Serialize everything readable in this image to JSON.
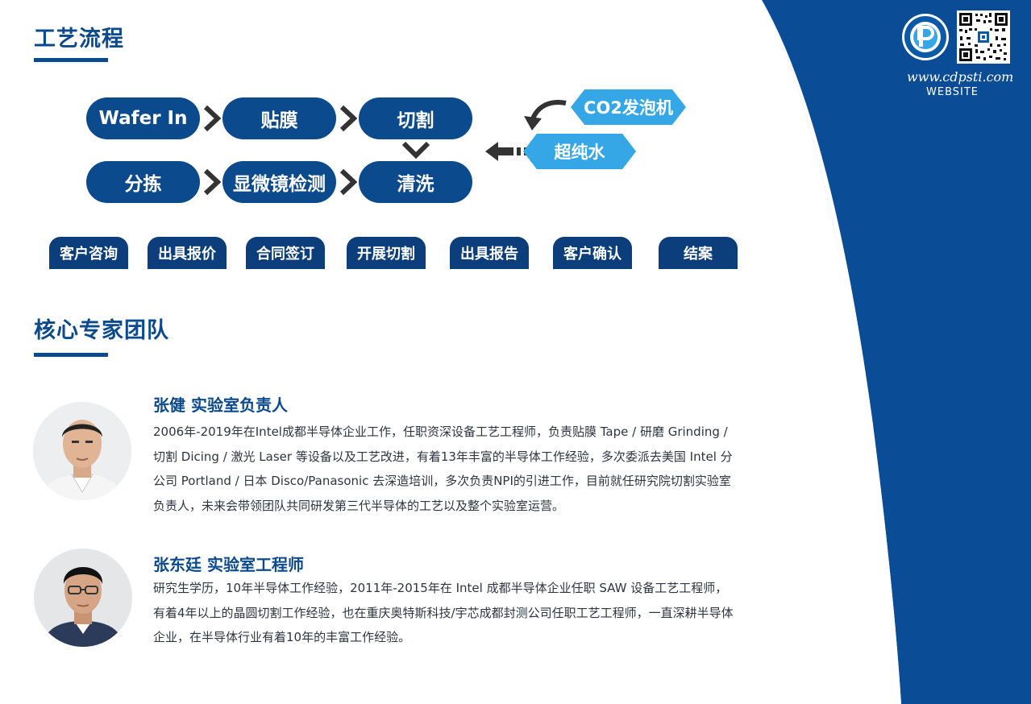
{
  "sections": {
    "process_title": "工艺流程",
    "team_title": "核心专家团队"
  },
  "process": {
    "row1": [
      "Wafer In",
      "贴膜",
      "切割"
    ],
    "row2": [
      "分拣",
      "显微镜检测",
      "清洗"
    ],
    "inputs": [
      "CO2发泡机",
      "超纯水"
    ]
  },
  "workflow": [
    "客户咨询",
    "出具报价",
    "合同签订",
    "开展切割",
    "出具报告",
    "客户确认",
    "结案"
  ],
  "team": [
    {
      "name": "张健 实验室负责人",
      "bio": "2006年-2019年在Intel成都半导体企业工作，任职资深设备工艺工程师，负责贴膜 Tape / 研磨 Grinding / 切割 Dicing / 激光 Laser 等设备以及工艺改进，有着13年丰富的半导体工作经验，多次委派去美国 Intel 分公司 Portland / 日本 Disco/Panasonic 去深造培训，多次负责NPI的引进工作，目前就任研究院切割实验室负责人，未来会带领团队共同研发第三代半导体的工艺以及整个实验室运营。"
    },
    {
      "name": "张东廷 实验室工程师",
      "bio": "研究生学历，10年半导体工作经验，2011年-2015年在 Intel 成都半导体企业任职 SAW 设备工艺工程师，有着4年以上的晶圆切割工作经验，也在重庆奥特斯科技/宇芯成都封测公司任职工艺工程师，一直深耕半导体企业，在半导体行业有着10年的丰富工作经验。"
    }
  ],
  "website": {
    "url": "www.cdpsti.com",
    "label": "WEBSITE"
  },
  "colors": {
    "primary": "#0b4a8c",
    "light": "#35a7e6",
    "dark": "#0a3f7a"
  },
  "icons": [
    "logo-icon",
    "qr-code-icon",
    "chevron-right-icon",
    "chevron-down-icon",
    "curved-arrow-icon",
    "arrow-left-icon"
  ]
}
